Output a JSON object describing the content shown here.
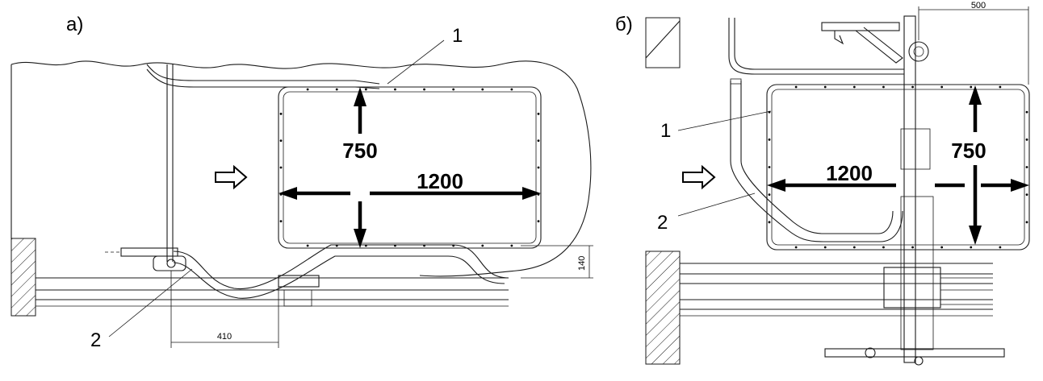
{
  "panels": [
    {
      "label": "а)",
      "dim_height": "750",
      "dim_width": "1200",
      "dim_offset": "140",
      "dim_distance": "410",
      "callout_1": "1",
      "callout_2": "2"
    },
    {
      "label": "б)",
      "dim_height": "750",
      "dim_width": "1200",
      "dim_distance": "500",
      "callout_1": "1",
      "callout_2": "2"
    }
  ]
}
